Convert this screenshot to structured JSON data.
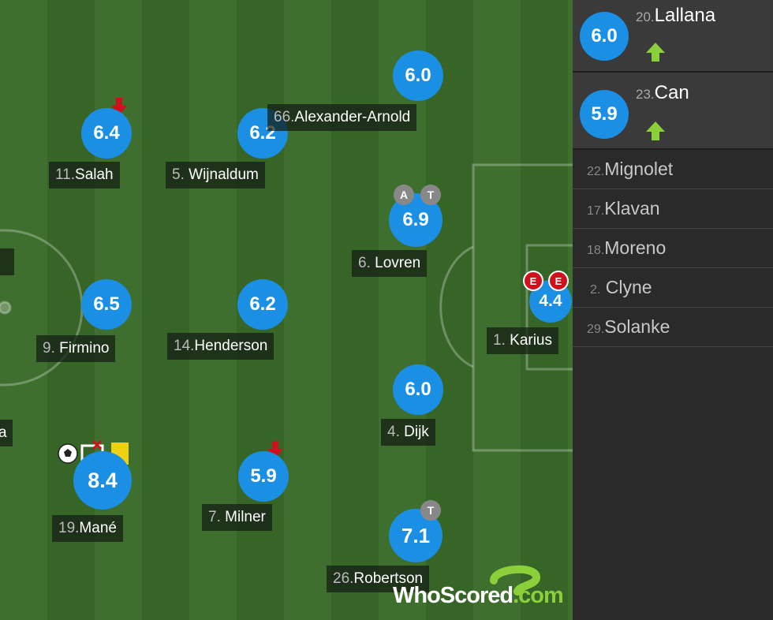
{
  "pitch": {
    "players": [
      {
        "id": "salah",
        "num": "11.",
        "name": "Salah",
        "rating": "6.4",
        "subbed_off": true
      },
      {
        "id": "wijnaldum",
        "num": "5.",
        "name": "Wijnaldum",
        "rating": "6.2"
      },
      {
        "id": "alexander-arnold",
        "num": "66.",
        "name": "Alexander-Arnold",
        "rating": "6.0"
      },
      {
        "id": "lovren",
        "num": "6.",
        "name": "Lovren",
        "rating": "6.9",
        "badges": [
          "A",
          "T"
        ]
      },
      {
        "id": "firmino",
        "num": "9.",
        "name": "Firmino",
        "rating": "6.5"
      },
      {
        "id": "henderson",
        "num": "14.",
        "name": "Henderson",
        "rating": "6.2"
      },
      {
        "id": "karius",
        "num": "1.",
        "name": "Karius",
        "rating": "4.4",
        "badges": [
          "E",
          "E"
        ]
      },
      {
        "id": "dijk",
        "num": "4.",
        "name": "Dijk",
        "rating": "6.0"
      },
      {
        "id": "mane",
        "num": "19.",
        "name": "Mané",
        "rating": "8.4",
        "events": [
          "goal",
          "offside",
          "yellow-card"
        ]
      },
      {
        "id": "milner",
        "num": "7.",
        "name": "Milner",
        "rating": "5.9",
        "subbed_off": true
      },
      {
        "id": "robertson",
        "num": "26.",
        "name": "Robertson",
        "rating": "7.1",
        "badges": [
          "T"
        ]
      }
    ],
    "edge_fragment": "a"
  },
  "substitutes": [
    {
      "num": "20.",
      "name": "Lallana",
      "rating": "6.0",
      "icon": "sub-on-arrow-icon"
    },
    {
      "num": "23.",
      "name": "Can",
      "rating": "5.9",
      "icon": "sub-on-arrow-icon"
    }
  ],
  "bench": [
    {
      "num": "22.",
      "name": "Mignolet"
    },
    {
      "num": "17.",
      "name": "Klavan"
    },
    {
      "num": "18.",
      "name": "Moreno"
    },
    {
      "num": "2.",
      "name": "Clyne"
    },
    {
      "num": "29.",
      "name": "Solanke"
    }
  ],
  "logo": {
    "part1": "WhoScored",
    "part2": ".com"
  },
  "colors": {
    "rating": "#1a8fe3",
    "error_badge": "#d0101c",
    "sub_on": "#8bd03b",
    "pitch_dark": "#376528",
    "pitch_light": "#3f6f2e"
  }
}
